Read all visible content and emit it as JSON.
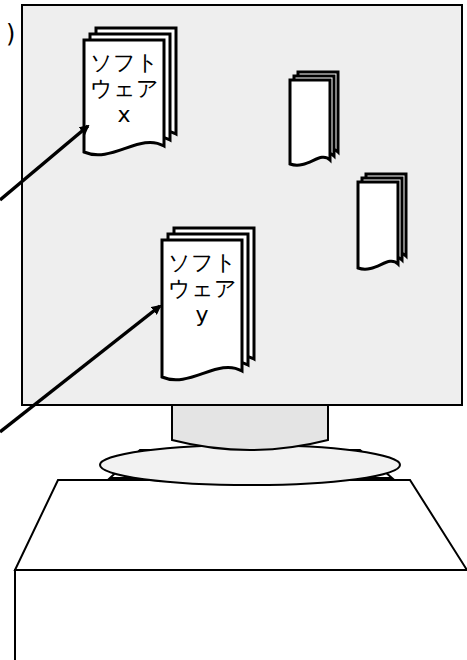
{
  "diagram": {
    "nodes": [
      {
        "text": [
          "ソフト ウェア x"
        ]
      },
      {
        "text": [
          "ソフト ウェア y"
        ]
      }
    ],
    "labels": [
      ")"
    ]
  }
}
